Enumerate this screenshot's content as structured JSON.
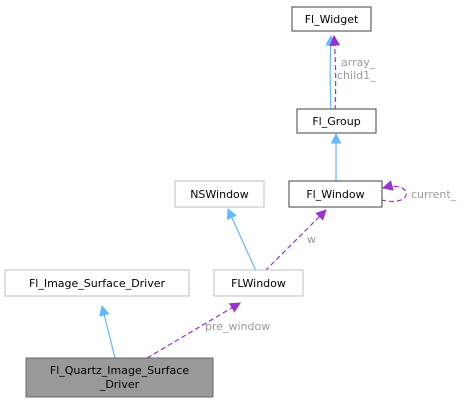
{
  "colors": {
    "inheritance_edge": "#63b8ff",
    "usage_edge": "#9a32cd",
    "focus_node_fill": "#999999",
    "label_text": "#9a9a9a"
  },
  "nodes": {
    "fl_widget": "Fl_Widget",
    "fl_group": "Fl_Group",
    "fl_window": "Fl_Window",
    "nswindow": "NSWindow",
    "flwindow": "FLWindow",
    "fl_image_surface_driver": "Fl_Image_Surface_Driver",
    "fl_quartz_line1": "Fl_Quartz_Image_Surface",
    "fl_quartz_line2": "_Driver"
  },
  "edge_labels": {
    "array": "array_",
    "child1": "child1_",
    "current": "current_",
    "w": "w",
    "pre_window": "pre_window"
  }
}
